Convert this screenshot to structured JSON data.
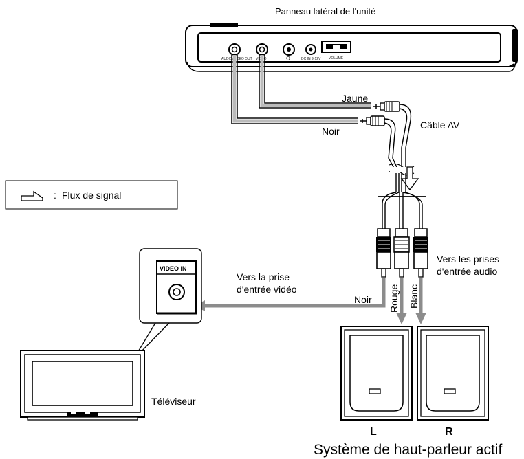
{
  "unit_side_panel": {
    "title": "Panneau latéral de l'unité",
    "jacks": [
      {
        "name": "av-out-jack",
        "label": "AUDIO/VIDEO OUT"
      },
      {
        "name": "video-jack",
        "label": "VIDEO"
      },
      {
        "name": "headphone-jack",
        "label": "Ω"
      },
      {
        "name": "dc-in-jack",
        "label": "DC IN 9-12V"
      },
      {
        "name": "volume-control",
        "label": "VOLUME"
      }
    ]
  },
  "cable": {
    "name": "Câble AV",
    "plugs": {
      "yellow": "Jaune",
      "black": "Noir"
    }
  },
  "legend": {
    "icon": "signal-flow-arrow-icon",
    "separator": ":",
    "label": "Flux de signal"
  },
  "rca_connectors": {
    "video": "Noir",
    "audio_left": "Rouge",
    "audio_right": "Blanc"
  },
  "tv": {
    "input_panel_label": "VIDEO IN",
    "name": "Téléviseur",
    "connection_note": "Vers la prise d'entrée vidéo",
    "connection_note_line1": "Vers la prise",
    "connection_note_line2": "d'entrée vidéo"
  },
  "speakers": {
    "connection_note_line1": "Vers les prises",
    "connection_note_line2": "d'entrée audio",
    "left_label": "L",
    "right_label": "R",
    "system_name": "Système de haut-parleur actif"
  }
}
